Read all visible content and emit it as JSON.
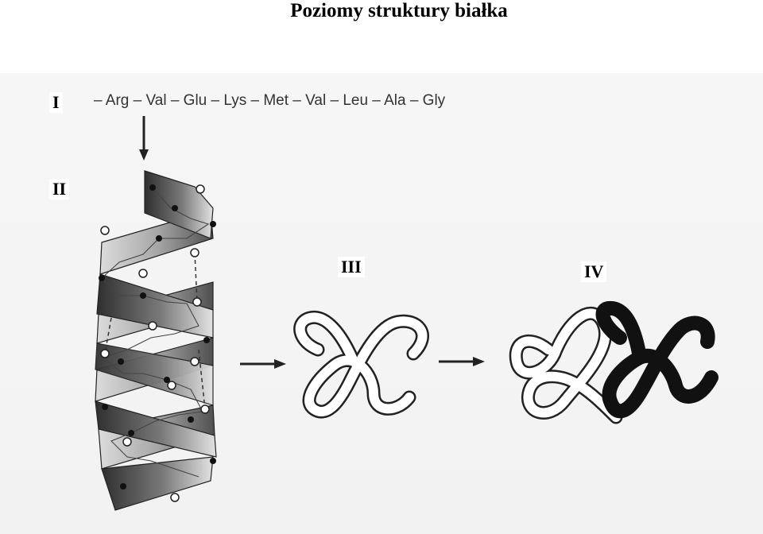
{
  "title": "Poziomy struktury białka",
  "levels": {
    "primary": "I",
    "secondary": "II",
    "tertiary": "III",
    "quaternary": "IV"
  },
  "sequence": "– Arg – Val – Glu – Lys – Met – Val – Leu – Ala – Gly",
  "colors": {
    "ribbon_dark": "#3a3a3a",
    "ribbon_light": "#d9d9d9",
    "chain_black": "#111111",
    "chain_white": "#ffffff"
  }
}
